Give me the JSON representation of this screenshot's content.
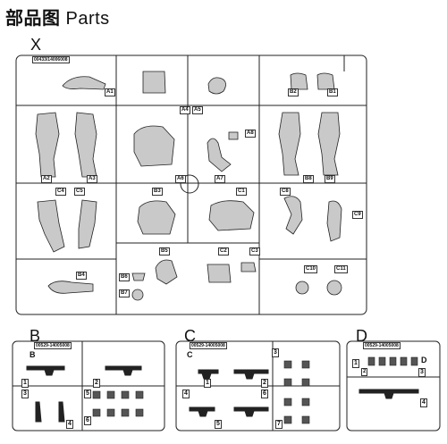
{
  "header": {
    "title_cn": "部品图",
    "title_en": "Parts"
  },
  "sprues": {
    "X": {
      "letter": "X",
      "code": "00433/14006008",
      "labels": [
        "A1",
        "A4",
        "A5",
        "B2",
        "B1",
        "A8",
        "A2",
        "A3",
        "A6",
        "A7",
        "B8",
        "B9",
        "C4",
        "C5",
        "B3",
        "C1",
        "C8",
        "C9",
        "B4",
        "B5",
        "C2",
        "C3",
        "C10",
        "C11",
        "B6",
        "B7"
      ]
    },
    "B": {
      "letter": "B",
      "code": "00529-14005008",
      "labels": [
        "B",
        "1",
        "2",
        "3",
        "4",
        "5",
        "6"
      ]
    },
    "C": {
      "letter": "C",
      "code": "00529-14005008",
      "labels": [
        "C",
        "1",
        "2",
        "3",
        "4",
        "5",
        "6",
        "7"
      ]
    },
    "D": {
      "letter": "D",
      "code": "00529-14005008",
      "labels": [
        "D",
        "1",
        "2",
        "3",
        "4"
      ]
    }
  }
}
